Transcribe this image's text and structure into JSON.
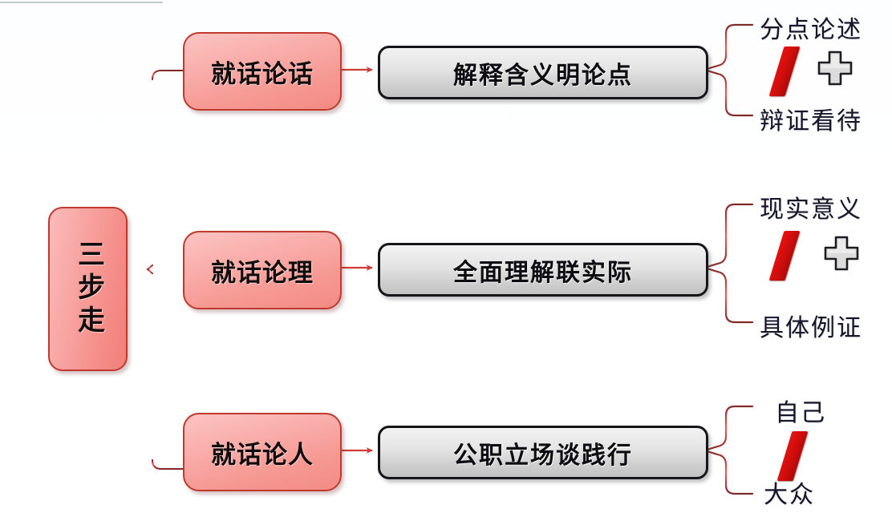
{
  "diagram": {
    "title": "三步走",
    "root": {
      "label": "三步走"
    },
    "branches": [
      {
        "name": "就话论话",
        "detail": "解释含义明论点",
        "outcomes": {
          "top": "分点论述",
          "bottom": "辩证看待"
        },
        "icons": [
          "slash-icon",
          "plus-icon"
        ]
      },
      {
        "name": "就话论理",
        "detail": "全面理解联实际",
        "outcomes": {
          "top": "现实意义",
          "bottom": "具体例证"
        },
        "icons": [
          "slash-icon",
          "plus-icon"
        ]
      },
      {
        "name": "就话论人",
        "detail": "公职立场谈践行",
        "outcomes": {
          "top": "自己",
          "bottom": "大众"
        },
        "icons": [
          "slash-icon"
        ]
      }
    ]
  },
  "colors": {
    "node_fill_light": "#fbbcbb",
    "node_fill_dark": "#f17f79",
    "node_border": "#c0392f",
    "box_fill_light": "#f2f2f2",
    "box_fill_dark": "#c2c2c2",
    "box_border": "#15151a",
    "connector_red": "#d3403c",
    "connector_dark": "#6e2320",
    "slash_red": "#cc0d0c",
    "plus_gray": "#d8d8d8",
    "text_dark": "#16162b",
    "background": "#ffffff"
  }
}
